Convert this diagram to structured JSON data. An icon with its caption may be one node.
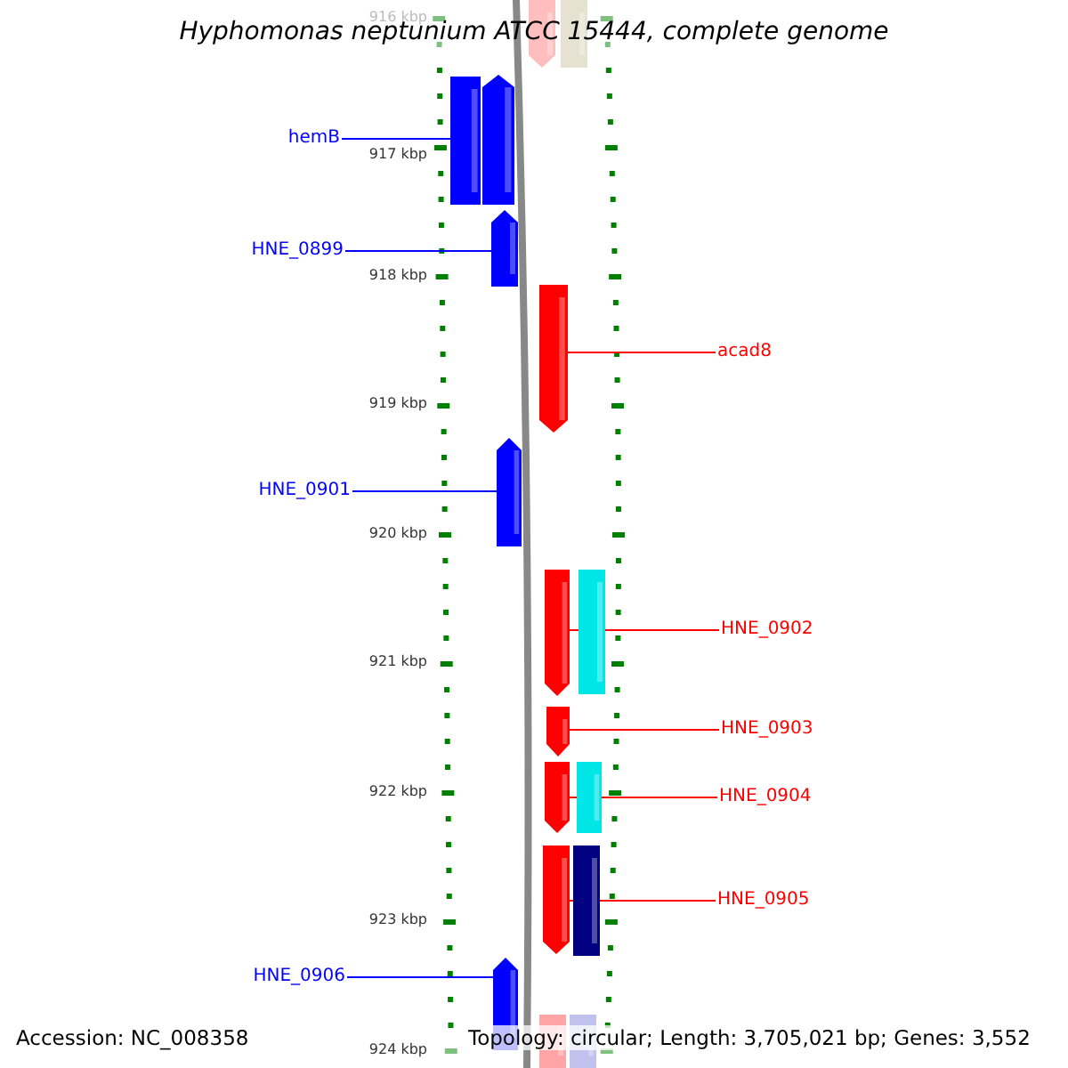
{
  "diagram": {
    "title": "Hyphomonas neptunium ATCC 15444, complete genome",
    "nodes": [
      {
        "text": [],
        "shape": "pentagon"
      },
      {
        "text": [],
        "shape": "bar"
      },
      {
        "text": [
          "hemB"
        ]
      },
      {
        "text": [],
        "shape": "bar"
      },
      {
        "text": [],
        "shape": "pentagon"
      },
      {
        "text": [
          "HNE_0899"
        ]
      },
      {
        "text": [],
        "shape": "pentagon"
      },
      {
        "text": [
          "acad8"
        ]
      },
      {
        "text": [],
        "shape": "pentagon"
      },
      {
        "text": [
          "HNE_0901"
        ]
      },
      {
        "text": [],
        "shape": "pentagon"
      },
      {
        "text": [
          "HNE_0902"
        ]
      },
      {
        "text": [],
        "shape": "pentagon"
      },
      {
        "text": [],
        "shape": "bar"
      },
      {
        "text": [
          "HNE_0903"
        ]
      },
      {
        "text": [],
        "shape": "pentagon"
      },
      {
        "text": [
          "HNE_0904"
        ]
      },
      {
        "text": [],
        "shape": "pentagon"
      },
      {
        "text": [],
        "shape": "bar"
      },
      {
        "text": [
          "HNE_0905"
        ]
      },
      {
        "text": [],
        "shape": "pentagon"
      },
      {
        "text": [],
        "shape": "bar"
      },
      {
        "text": [
          "HNE_0906"
        ]
      },
      {
        "text": [],
        "shape": "pentagon"
      },
      {
        "text": [],
        "shape": "bar"
      },
      {
        "text": [],
        "shape": "bar"
      }
    ],
    "edges": [
      {
        "from": 2,
        "to": 3,
        "arrow": "none",
        "color": "#0000ff"
      },
      {
        "from": 5,
        "to": 6,
        "arrow": "none",
        "color": "#0000ff"
      },
      {
        "from": 7,
        "to": 8,
        "arrow": "none"
      },
      {
        "from": 9,
        "to": 10,
        "arrow": "none",
        "color": "#0000ff"
      },
      {
        "from": 11,
        "to": 12,
        "arrow": "none"
      },
      {
        "from": 14,
        "to": 15,
        "arrow": "none"
      },
      {
        "from": 16,
        "to": 17,
        "arrow": "none"
      },
      {
        "from": 19,
        "to": 20,
        "arrow": "none"
      },
      {
        "from": 22,
        "to": 23,
        "arrow": "none",
        "color": "#0000ff"
      }
    ],
    "labels": [
      "916 kbp",
      "917 kbp",
      "918 kbp",
      "919 kbp",
      "920 kbp",
      "921 kbp",
      "922 kbp",
      "923 kbp",
      "924 kbp",
      "Accession: NC_008358",
      "Topology: circular; Length: 3,705,021 bp; Genes: 3,552"
    ]
  }
}
